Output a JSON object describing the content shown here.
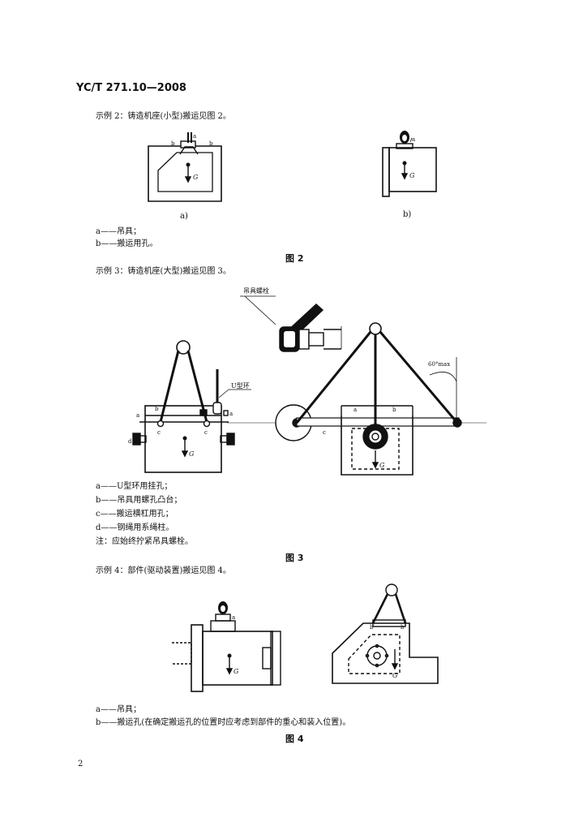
{
  "header": {
    "code": "YC/T 271.10—2008"
  },
  "example2": {
    "intro": "示例 2：铸造机座(小型)搬运见图 2。",
    "sub_a": "a)",
    "sub_b": "b)",
    "legend_a": "a——吊具；",
    "legend_b": "b——搬运用孔。",
    "caption": "图 2"
  },
  "example3": {
    "intro": "示例 3：铸造机座(大型)搬运见图 3。",
    "bolt_label": "吊具螺栓",
    "ring_label": "U型环",
    "angle_label": "60°max",
    "legend_a": "a——U型环用挂孔；",
    "legend_b": "b——吊具用螺孔凸台；",
    "legend_c": "c——搬运横杠用孔；",
    "legend_d": "d——钢绳用系绳柱。",
    "note": "注：应始终拧紧吊具螺栓。",
    "caption": "图 3"
  },
  "example4": {
    "intro": "示例 4：部件(驱动装置)搬运见图 4。",
    "legend_a": "a——吊具；",
    "legend_b": "b——搬运孔(在确定搬运孔的位置时应考虑到部件的重心和装入位置)。",
    "caption": "图 4"
  },
  "labels": {
    "G": "G",
    "a": "a",
    "b": "b",
    "c": "c",
    "d": "d"
  },
  "page": {
    "number": "2"
  }
}
